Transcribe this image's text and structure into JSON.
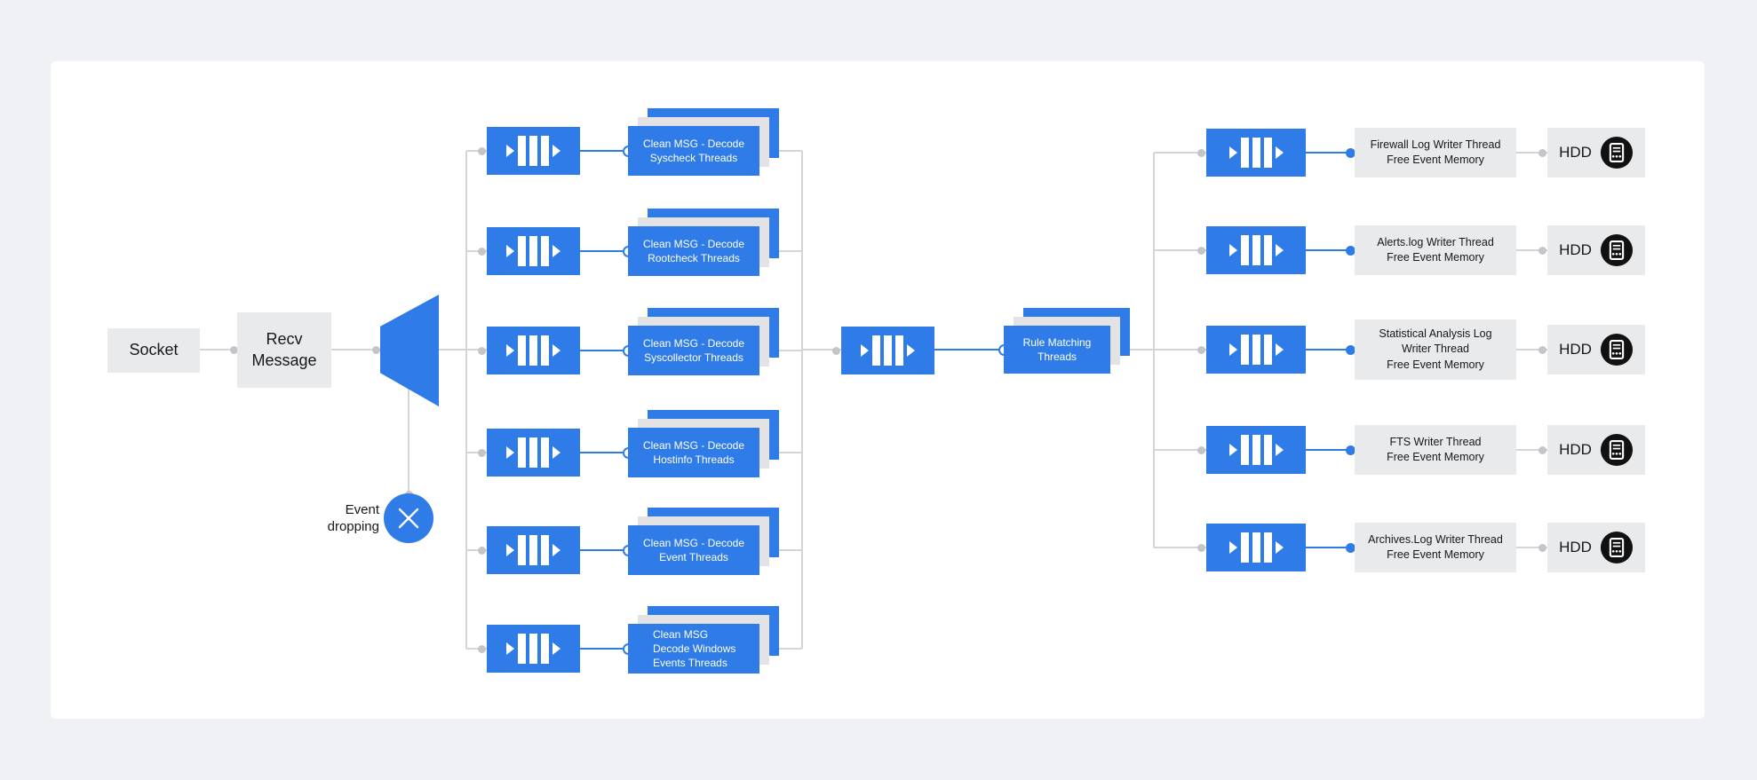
{
  "colors": {
    "accent_blue": "#2f7ce9",
    "node_gray": "#e9eaec",
    "stack_page_gray": "#e3e3e6",
    "connector_gray": "#d5d5d8",
    "connector_dot_gray": "#c5c5c9",
    "text_dark": "#17171c",
    "background": "#eff1f4",
    "card_background": "#ffffff",
    "hdd_icon_black": "#111111"
  },
  "icons": {
    "queue": "parallel-threads-queue-icon",
    "hdd": "log-file-circle-icon",
    "event_dropping": "x-cross-icon",
    "fan_out": "funnel-shape"
  },
  "source": {
    "socket_label": "Socket",
    "recv_label": "Recv Message"
  },
  "event_dropping": {
    "label": "Event\ndropping"
  },
  "decoder_rows": [
    {
      "text": "Clean MSG - Decode\nSyscheck Threads"
    },
    {
      "text": "Clean MSG - Decode\nRootcheck Threads"
    },
    {
      "text": "Clean MSG - Decode\nSyscollector Threads"
    },
    {
      "text": "Clean MSG - Decode\nHostinfo Threads"
    },
    {
      "text": "Clean MSG - Decode\nEvent Threads"
    },
    {
      "text": "Clean MSG\nDecode Windows\nEvents Threads"
    }
  ],
  "rule_matching": {
    "text": "Rule Matching\nThreads"
  },
  "writer_rows": [
    {
      "text": "Firewall Log Writer Thread\nFree Event Memory",
      "hdd_label": "HDD"
    },
    {
      "text": "Alerts.log Writer Thread\nFree Event Memory",
      "hdd_label": "HDD"
    },
    {
      "text": "Statistical Analysis Log\nWriter Thread\nFree Event Memory",
      "hdd_label": "HDD"
    },
    {
      "text": "FTS Writer Thread\nFree Event Memory",
      "hdd_label": "HDD"
    },
    {
      "text": "Archives.Log Writer Thread\nFree Event Memory",
      "hdd_label": "HDD"
    }
  ]
}
